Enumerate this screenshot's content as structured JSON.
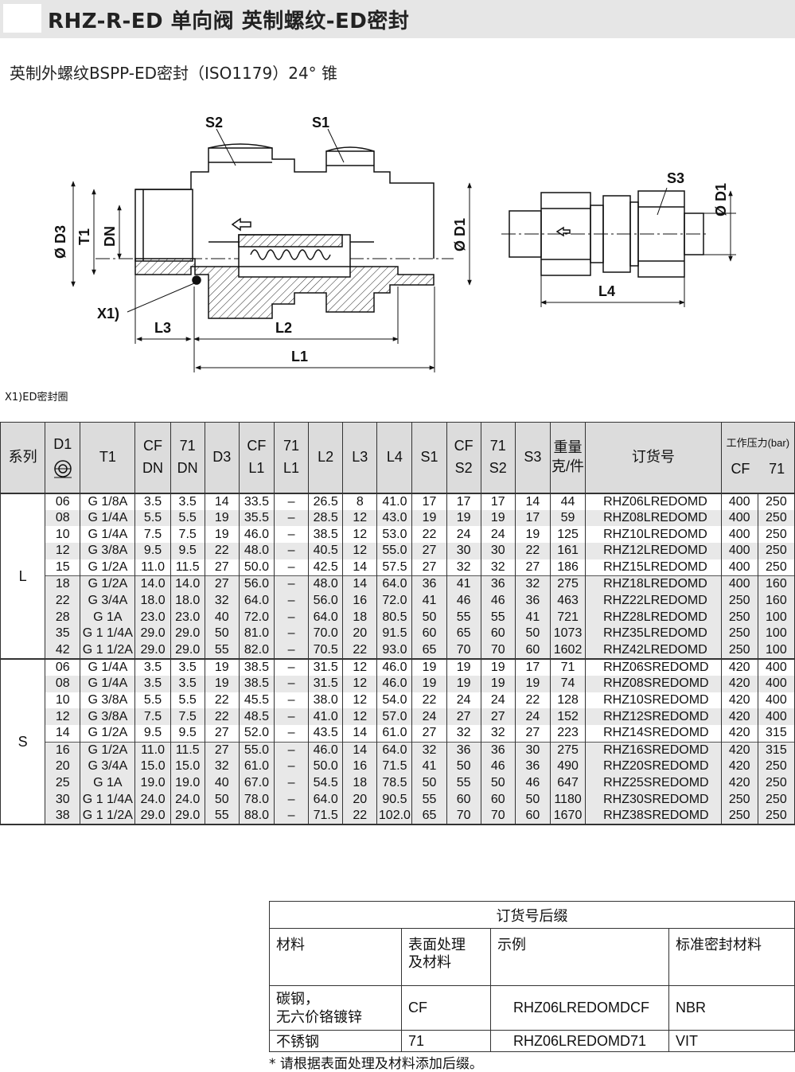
{
  "title": "RHZ-R-ED 单向阀 英制螺纹-ED密封",
  "subtitle": "英制外螺纹BSPP-ED密封（ISO1179）24°  锥",
  "drawing_labels": {
    "s2": "S2",
    "s1": "S1",
    "s3": "S3",
    "d3": "Ø D3",
    "t1": "T1",
    "dn": "DN",
    "d1_left": "Ø D1",
    "d1_right": "Ø D1",
    "x1": "X1)",
    "l3": "L3",
    "l2": "L2",
    "l1": "L1",
    "l4": "L4"
  },
  "footnote": "X1)ED密封圈",
  "spec_table": {
    "headers": {
      "series": "系列",
      "d1": "D1",
      "t1": "T1",
      "cf": "CF",
      "n71": "71",
      "dn": "DN",
      "d3": "D3",
      "l1": "L1",
      "l2": "L2",
      "l3": "L3",
      "l4": "L4",
      "s1": "S1",
      "s2": "S2",
      "s3": "S3",
      "weight_line1": "重量",
      "weight_line2": "克/件",
      "order_no": "订货号",
      "pressure": "工作压力(bar)"
    },
    "groups": [
      {
        "series": "L",
        "rows": [
          [
            "06",
            "G 1/8A",
            "3.5",
            "3.5",
            "14",
            "33.5",
            "–",
            "26.5",
            "8",
            "41.0",
            "17",
            "17",
            "17",
            "14",
            "44",
            "RHZ06LREDOMD",
            "400",
            "250"
          ],
          [
            "08",
            "G 1/4A",
            "5.5",
            "5.5",
            "19",
            "35.5",
            "–",
            "28.5",
            "12",
            "43.0",
            "19",
            "19",
            "19",
            "17",
            "59",
            "RHZ08LREDOMD",
            "400",
            "250"
          ],
          [
            "10",
            "G 1/4A",
            "7.5",
            "7.5",
            "19",
            "46.0",
            "–",
            "38.5",
            "12",
            "53.0",
            "22",
            "24",
            "24",
            "19",
            "125",
            "RHZ10LREDOMD",
            "400",
            "250"
          ],
          [
            "12",
            "G 3/8A",
            "9.5",
            "9.5",
            "22",
            "48.0",
            "–",
            "40.5",
            "12",
            "55.0",
            "27",
            "30",
            "30",
            "22",
            "161",
            "RHZ12LREDOMD",
            "400",
            "250"
          ],
          [
            "15",
            "G 1/2A",
            "11.0",
            "11.5",
            "27",
            "50.0",
            "–",
            "42.5",
            "14",
            "57.5",
            "27",
            "32",
            "32",
            "27",
            "186",
            "RHZ15LREDOMD",
            "400",
            "250"
          ],
          [
            "18",
            "G 1/2A",
            "14.0",
            "14.0",
            "27",
            "56.0",
            "–",
            "48.0",
            "14",
            "64.0",
            "36",
            "41",
            "36",
            "32",
            "275",
            "RHZ18LREDOMD",
            "400",
            "160"
          ],
          [
            "22",
            "G 3/4A",
            "18.0",
            "18.0",
            "32",
            "64.0",
            "–",
            "56.0",
            "16",
            "72.0",
            "41",
            "46",
            "46",
            "36",
            "463",
            "RHZ22LREDOMD",
            "250",
            "160"
          ],
          [
            "28",
            "G 1A",
            "23.0",
            "23.0",
            "40",
            "72.0",
            "–",
            "64.0",
            "18",
            "80.5",
            "50",
            "55",
            "55",
            "41",
            "721",
            "RHZ28LREDOMD",
            "250",
            "100"
          ],
          [
            "35",
            "G 1 1/4A",
            "29.0",
            "29.0",
            "50",
            "81.0",
            "–",
            "70.0",
            "20",
            "91.5",
            "60",
            "65",
            "60",
            "50",
            "1073",
            "RHZ35LREDOMD",
            "250",
            "100"
          ],
          [
            "42",
            "G 1 1/2A",
            "29.0",
            "29.0",
            "55",
            "82.0",
            "–",
            "70.5",
            "22",
            "93.0",
            "65",
            "70",
            "70",
            "60",
            "1602",
            "RHZ42LREDOMD",
            "250",
            "100"
          ]
        ]
      },
      {
        "series": "S",
        "rows": [
          [
            "06",
            "G 1/4A",
            "3.5",
            "3.5",
            "19",
            "38.5",
            "–",
            "31.5",
            "12",
            "46.0",
            "19",
            "19",
            "19",
            "17",
            "71",
            "RHZ06SREDOMD",
            "420",
            "400"
          ],
          [
            "08",
            "G 1/4A",
            "3.5",
            "3.5",
            "19",
            "38.5",
            "–",
            "31.5",
            "12",
            "46.0",
            "19",
            "19",
            "19",
            "19",
            "74",
            "RHZ08SREDOMD",
            "420",
            "400"
          ],
          [
            "10",
            "G 3/8A",
            "5.5",
            "5.5",
            "22",
            "45.5",
            "–",
            "38.0",
            "12",
            "54.0",
            "22",
            "24",
            "24",
            "22",
            "128",
            "RHZ10SREDOMD",
            "420",
            "400"
          ],
          [
            "12",
            "G 3/8A",
            "7.5",
            "7.5",
            "22",
            "48.5",
            "–",
            "41.0",
            "12",
            "57.0",
            "24",
            "27",
            "27",
            "24",
            "152",
            "RHZ12SREDOMD",
            "420",
            "400"
          ],
          [
            "14",
            "G 1/2A",
            "9.5",
            "9.5",
            "27",
            "52.0",
            "–",
            "43.5",
            "14",
            "61.0",
            "27",
            "32",
            "32",
            "27",
            "223",
            "RHZ14SREDOMD",
            "420",
            "315"
          ],
          [
            "16",
            "G 1/2A",
            "11.0",
            "11.5",
            "27",
            "55.0",
            "–",
            "46.0",
            "14",
            "64.0",
            "32",
            "36",
            "36",
            "30",
            "275",
            "RHZ16SREDOMD",
            "420",
            "315"
          ],
          [
            "20",
            "G 3/4A",
            "15.0",
            "15.0",
            "32",
            "61.0",
            "–",
            "50.0",
            "16",
            "71.5",
            "41",
            "50",
            "46",
            "36",
            "490",
            "RHZ20SREDOMD",
            "420",
            "250"
          ],
          [
            "25",
            "G 1A",
            "19.0",
            "19.0",
            "40",
            "67.0",
            "–",
            "54.5",
            "18",
            "78.5",
            "50",
            "55",
            "50",
            "46",
            "647",
            "RHZ25SREDOMD",
            "420",
            "250"
          ],
          [
            "30",
            "G 1 1/4A",
            "24.0",
            "24.0",
            "50",
            "78.0",
            "–",
            "64.0",
            "20",
            "90.5",
            "55",
            "60",
            "60",
            "50",
            "1180",
            "RHZ30SREDOMD",
            "250",
            "250"
          ],
          [
            "38",
            "G 1 1/2A",
            "29.0",
            "29.0",
            "55",
            "88.0",
            "–",
            "71.5",
            "22",
            "102.0",
            "65",
            "70",
            "70",
            "60",
            "1670",
            "RHZ38SREDOMD",
            "250",
            "250"
          ]
        ]
      }
    ]
  },
  "suffix_table": {
    "caption": "订货号后缀",
    "headers": {
      "material": "材料",
      "surface_line1": "表面处理",
      "surface_line2": "及材料",
      "example": "示例",
      "seal": "标准密封材料"
    },
    "rows": [
      {
        "material_line1": "碳钢，",
        "material_line2": "无六价铬镀锌",
        "code": "CF",
        "example": "RHZ06LREDOMDCF",
        "seal": "NBR"
      },
      {
        "material_line1": "不锈钢",
        "material_line2": "",
        "code": "71",
        "example": "RHZ06LREDOMD71",
        "seal": "VIT"
      }
    ]
  },
  "note": "* 请根据表面处理及材料添加后缀。"
}
